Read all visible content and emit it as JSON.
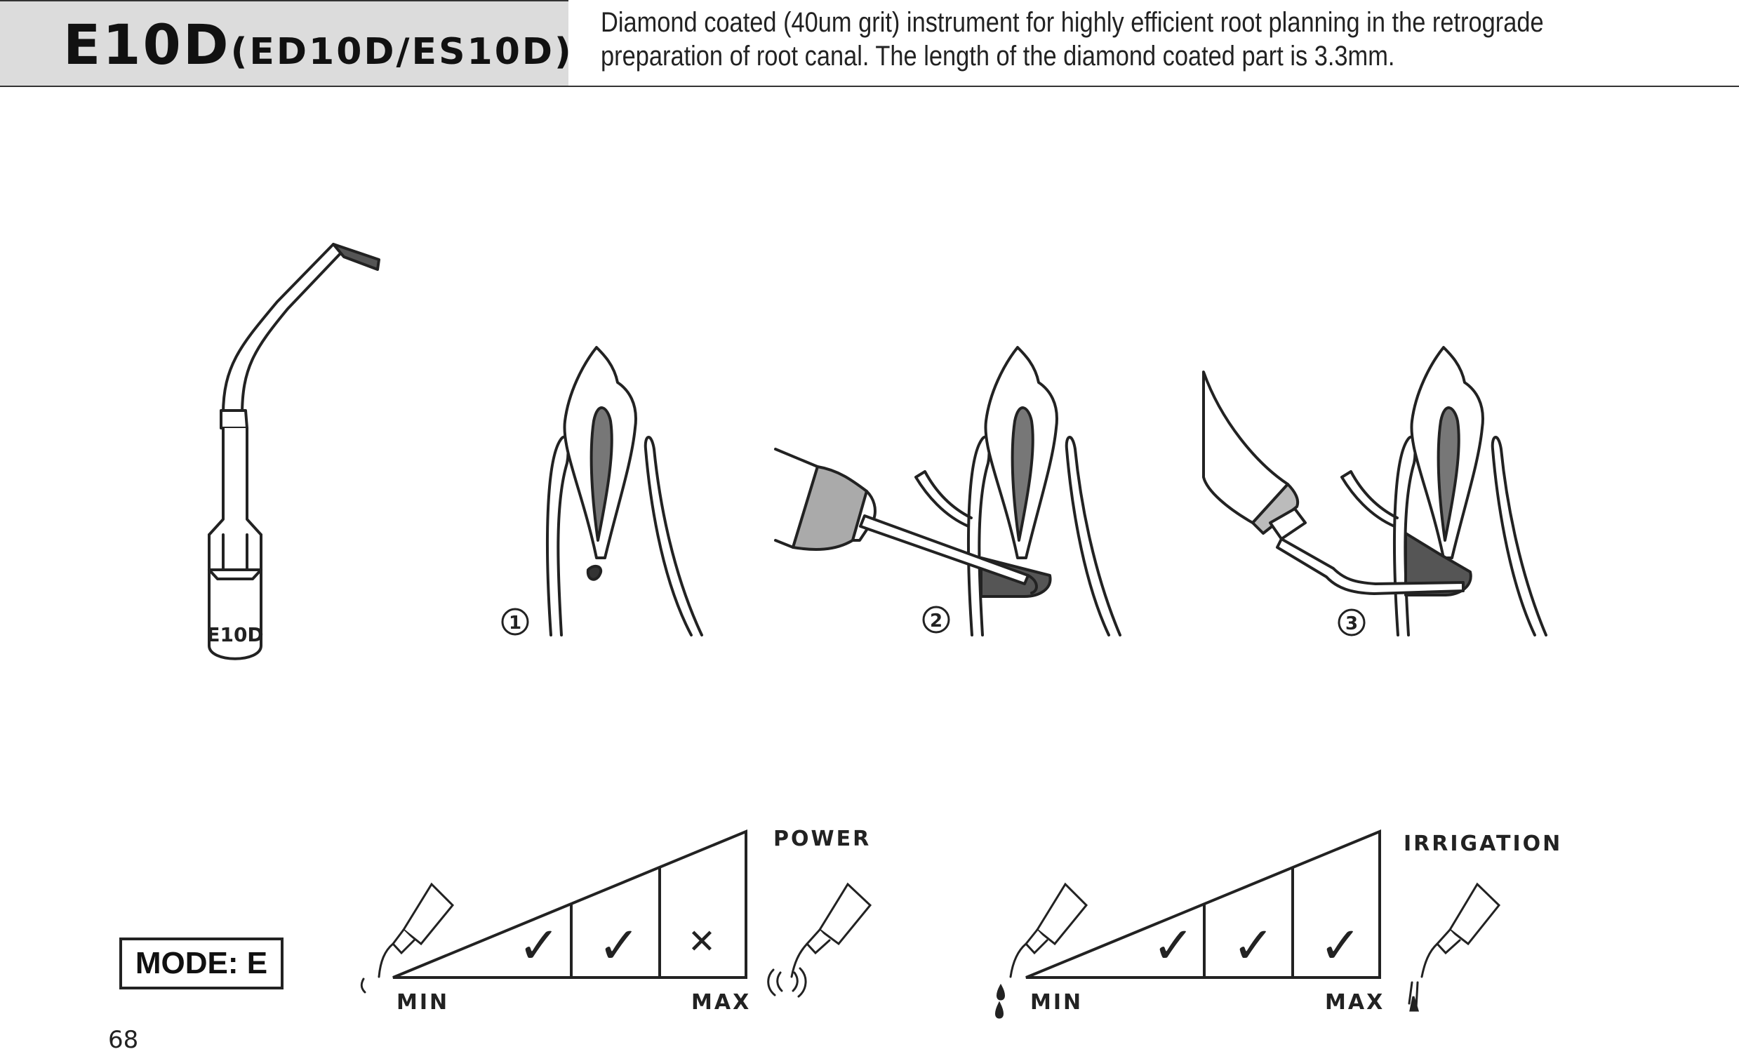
{
  "header": {
    "model": "E10D",
    "variants": "(ED10D/ES10D)",
    "description_line1": "Diamond coated (40um grit) instrument for highly efficient root planning in the retrograde",
    "description_line2": "preparation of root canal. The length of the diamond coated part is 3.3mm."
  },
  "tip_label": "E10D",
  "steps": [
    "1",
    "2",
    "3"
  ],
  "power_scale": {
    "title": "POWER",
    "min_label": "MIN",
    "max_label": "MAX",
    "marks": [
      "✓",
      "✓",
      "✕"
    ]
  },
  "irrigation_scale": {
    "title": "IRRIGATION",
    "min_label": "MIN",
    "max_label": "MAX",
    "marks": [
      "✓",
      "✓",
      "✓"
    ]
  },
  "mode_label": "MODE: E",
  "page_number": "68"
}
